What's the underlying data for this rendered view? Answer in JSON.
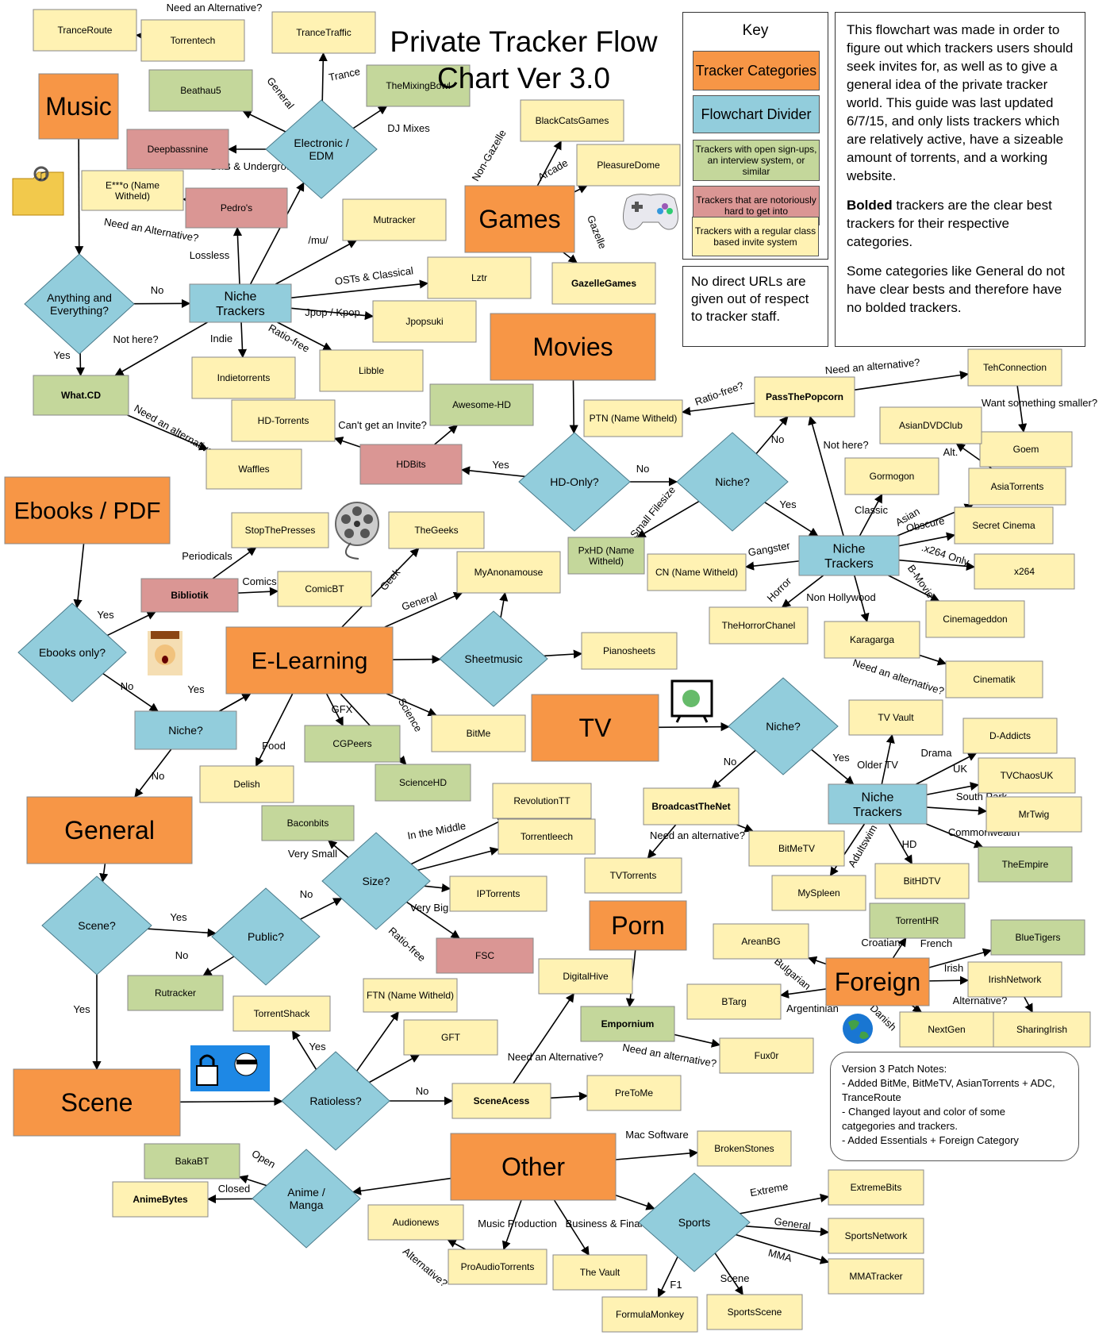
{
  "title": [
    "Private Tracker Flow",
    "Chart Ver 3.0"
  ],
  "colors": {
    "category": "#F79646",
    "divider": "#92CDDC",
    "open": "#C4D79B",
    "hard": "#DA9694",
    "invite": "#FFF2B3",
    "line": "#000000"
  },
  "key": {
    "heading": "Key",
    "items": [
      {
        "label": "Tracker Categories",
        "color": "category"
      },
      {
        "label": "Flowchart Divider",
        "color": "divider"
      },
      {
        "label": "Trackers with open sign-ups, an interview system, or similar",
        "color": "open"
      },
      {
        "label": "Trackers that are notoriously hard to get into",
        "color": "hard"
      },
      {
        "label": "Trackers with a regular class based invite system",
        "color": "invite"
      }
    ],
    "note": "No direct URLs are given out of respect to tracker staff."
  },
  "intro": {
    "p1": "This flowchart was made in order to figure out which trackers users should seek invites for, as well as to give a general idea of the private tracker world. This guide was last updated 6/7/15, and only lists trackers which are relatively active, have a sizeable amount of torrents, and a working website.",
    "p2_bold": "Bolded",
    "p2_rest": " trackers are the clear best trackers for their respective categories.",
    "p3": "Some categories like General do not have clear bests and therefore have no bolded trackers."
  },
  "patch_notes": {
    "heading": "Version 3 Patch Notes:",
    "lines": [
      "- Added BitMe, BitMeTV, AsianTorrents + ADC,",
      "TranceRoute",
      "- Changed layout and color of some",
      "catgegories and trackers.",
      "- Added Essentials + Foreign Category"
    ]
  },
  "icons": [
    "folder-music-icon",
    "gamepad-icon",
    "film-reel-icon",
    "scared-reader-icon",
    "tv-icon",
    "lock-icon",
    "globe-icon"
  ],
  "nodes": [
    {
      "id": "music",
      "label": "Music",
      "type": "category"
    },
    {
      "id": "tranceroute",
      "label": "TranceRoute",
      "type": "invite"
    },
    {
      "id": "torrentech",
      "label": "Torrentech",
      "type": "invite"
    },
    {
      "id": "trancetraffic",
      "label": "TranceTraffic",
      "type": "invite"
    },
    {
      "id": "beathau5",
      "label": "Beathau5",
      "type": "open"
    },
    {
      "id": "themixingbowl",
      "label": "TheMixingBowl",
      "type": "open"
    },
    {
      "id": "deepbassnine",
      "label": "Deepbassnine",
      "type": "hard"
    },
    {
      "id": "electronic",
      "label": "Electronic / EDM",
      "type": "divider"
    },
    {
      "id": "eo",
      "label": "E***o (Name Witheld)",
      "type": "invite"
    },
    {
      "id": "pedros",
      "label": "Pedro's",
      "type": "hard"
    },
    {
      "id": "mutracker",
      "label": "Mutracker",
      "type": "invite"
    },
    {
      "id": "anything",
      "label": "Anything and Everything?",
      "type": "divider"
    },
    {
      "id": "niche_music",
      "label": "Niche Trackers",
      "type": "divider"
    },
    {
      "id": "lztr",
      "label": "Lztr",
      "type": "invite"
    },
    {
      "id": "jpopsuki",
      "label": "Jpopsuki",
      "type": "invite"
    },
    {
      "id": "indietorrents",
      "label": "Indietorrents",
      "type": "invite"
    },
    {
      "id": "libble",
      "label": "Libble",
      "type": "invite"
    },
    {
      "id": "whatcd",
      "label": "What.CD",
      "type": "open",
      "bold": true
    },
    {
      "id": "waffles",
      "label": "Waffles",
      "type": "invite"
    },
    {
      "id": "games",
      "label": "Games",
      "type": "category"
    },
    {
      "id": "blackcatsgames",
      "label": "BlackCatsGames",
      "type": "invite"
    },
    {
      "id": "pleasuredome",
      "label": "PleasureDome",
      "type": "invite"
    },
    {
      "id": "gazellegames",
      "label": "GazelleGames",
      "type": "invite",
      "bold": true
    },
    {
      "id": "movies",
      "label": "Movies",
      "type": "category"
    },
    {
      "id": "hdtorrents",
      "label": "HD-Torrents",
      "type": "invite"
    },
    {
      "id": "awesomehd",
      "label": "Awesome-HD",
      "type": "open"
    },
    {
      "id": "hdbits",
      "label": "HDBits",
      "type": "hard"
    },
    {
      "id": "hdonly",
      "label": "HD-Only?",
      "type": "divider"
    },
    {
      "id": "niche_movies_q",
      "label": "Niche?",
      "type": "divider"
    },
    {
      "id": "ptn",
      "label": "PTN (Name Witheld)",
      "type": "invite"
    },
    {
      "id": "ptp",
      "label": "PassThePopcorn",
      "type": "invite",
      "bold": true
    },
    {
      "id": "tehconnection",
      "label": "TehConnection",
      "type": "invite"
    },
    {
      "id": "goem",
      "label": "Goem",
      "type": "invite"
    },
    {
      "id": "asiandvdclub",
      "label": "AsianDVDClub",
      "type": "invite"
    },
    {
      "id": "asiatorrents",
      "label": "AsiaTorrents",
      "type": "invite"
    },
    {
      "id": "gormogon",
      "label": "Gormogon",
      "type": "invite"
    },
    {
      "id": "secretcinema",
      "label": "Secret Cinema",
      "type": "invite"
    },
    {
      "id": "pxhd",
      "label": "PxHD (Name Witheld)",
      "type": "open"
    },
    {
      "id": "cn",
      "label": "CN (Name Witheld)",
      "type": "invite"
    },
    {
      "id": "niche_movies",
      "label": "Niche Trackers",
      "type": "divider"
    },
    {
      "id": "x264",
      "label": "x264",
      "type": "invite"
    },
    {
      "id": "thehorrorchanel",
      "label": "TheHorrorChanel",
      "type": "invite"
    },
    {
      "id": "karagarga",
      "label": "Karagarga",
      "type": "invite"
    },
    {
      "id": "cinemageddon",
      "label": "Cinemageddon",
      "type": "invite"
    },
    {
      "id": "cinematik",
      "label": "Cinematik",
      "type": "invite"
    },
    {
      "id": "ebooks",
      "label": "Ebooks / PDF",
      "type": "category"
    },
    {
      "id": "stoppresses",
      "label": "StopThePresses",
      "type": "invite"
    },
    {
      "id": "thegeeks",
      "label": "TheGeeks",
      "type": "invite"
    },
    {
      "id": "bibliotik",
      "label": "Bibliotik",
      "type": "hard",
      "bold": true
    },
    {
      "id": "comicbt",
      "label": "ComicBT",
      "type": "invite"
    },
    {
      "id": "myanonamouse",
      "label": "MyAnonamouse",
      "type": "invite"
    },
    {
      "id": "ebooksonly",
      "label": "Ebooks only?",
      "type": "divider"
    },
    {
      "id": "elearning",
      "label": "E-Learning",
      "type": "category"
    },
    {
      "id": "sheetmusic",
      "label": "Sheetmusic",
      "type": "divider"
    },
    {
      "id": "pianosheets",
      "label": "Pianosheets",
      "type": "invite"
    },
    {
      "id": "niche_ebooks",
      "label": "Niche?",
      "type": "divider"
    },
    {
      "id": "cgpeers",
      "label": "CGPeers",
      "type": "open"
    },
    {
      "id": "bitme",
      "label": "BitMe",
      "type": "invite"
    },
    {
      "id": "tv",
      "label": "TV",
      "type": "category"
    },
    {
      "id": "niche_tv_q",
      "label": "Niche?",
      "type": "divider"
    },
    {
      "id": "tvvault",
      "label": "TV Vault",
      "type": "invite"
    },
    {
      "id": "daddicts",
      "label": "D-Addicts",
      "type": "invite"
    },
    {
      "id": "delish",
      "label": "Delish",
      "type": "invite"
    },
    {
      "id": "sciencehd",
      "label": "ScienceHD",
      "type": "open"
    },
    {
      "id": "tvchaosuk",
      "label": "TVChaosUK",
      "type": "invite"
    },
    {
      "id": "broadcastthenet",
      "label": "BroadcastTheNet",
      "type": "invite",
      "bold": true
    },
    {
      "id": "niche_tv",
      "label": "Niche Trackers",
      "type": "divider"
    },
    {
      "id": "mrtwig",
      "label": "MrTwig",
      "type": "invite"
    },
    {
      "id": "general",
      "label": "General",
      "type": "category"
    },
    {
      "id": "baconbits",
      "label": "Baconbits",
      "type": "open"
    },
    {
      "id": "revolutiontt",
      "label": "RevolutionTT",
      "type": "invite"
    },
    {
      "id": "torrentleech",
      "label": "Torrentleech",
      "type": "invite"
    },
    {
      "id": "bitmetv",
      "label": "BitMeTV",
      "type": "invite"
    },
    {
      "id": "theempire",
      "label": "TheEmpire",
      "type": "open"
    },
    {
      "id": "size",
      "label": "Size?",
      "type": "divider"
    },
    {
      "id": "tvtorrents",
      "label": "TVTorrents",
      "type": "invite"
    },
    {
      "id": "myspleen",
      "label": "MySpleen",
      "type": "invite"
    },
    {
      "id": "bithdtv",
      "label": "BitHDTV",
      "type": "invite"
    },
    {
      "id": "scene_q",
      "label": "Scene?",
      "type": "divider"
    },
    {
      "id": "public",
      "label": "Public?",
      "type": "divider"
    },
    {
      "id": "iptorrents",
      "label": "IPTorrents",
      "type": "invite"
    },
    {
      "id": "porn",
      "label": "Porn",
      "type": "category"
    },
    {
      "id": "torrenthr",
      "label": "TorrentHR",
      "type": "open"
    },
    {
      "id": "fsc",
      "label": "FSC",
      "type": "hard"
    },
    {
      "id": "rutracker",
      "label": "Rutracker",
      "type": "open"
    },
    {
      "id": "arenabg",
      "label": "AreanBG",
      "type": "invite"
    },
    {
      "id": "bluetigers",
      "label": "BlueTigers",
      "type": "open"
    },
    {
      "id": "ftn",
      "label": "FTN (Name Witheld)",
      "type": "invite"
    },
    {
      "id": "digitalhive",
      "label": "DigitalHive",
      "type": "invite"
    },
    {
      "id": "foreign",
      "label": "Foreign",
      "type": "category"
    },
    {
      "id": "irishnetwork",
      "label": "IrishNetwork",
      "type": "invite"
    },
    {
      "id": "torrentshack",
      "label": "TorrentShack",
      "type": "invite"
    },
    {
      "id": "emporium",
      "label": "Empornium",
      "type": "open",
      "bold": true
    },
    {
      "id": "btarg",
      "label": "BTarg",
      "type": "invite"
    },
    {
      "id": "gft",
      "label": "GFT",
      "type": "invite"
    },
    {
      "id": "nextgen",
      "label": "NextGen",
      "type": "invite"
    },
    {
      "id": "sharingirish",
      "label": "SharingIrish",
      "type": "invite"
    },
    {
      "id": "fux0r",
      "label": "Fux0r",
      "type": "invite"
    },
    {
      "id": "scene",
      "label": "Scene",
      "type": "category"
    },
    {
      "id": "ratioless",
      "label": "Ratioless?",
      "type": "divider"
    },
    {
      "id": "sceneacess",
      "label": "SceneAcess",
      "type": "invite",
      "bold": true
    },
    {
      "id": "pretome",
      "label": "PreToMe",
      "type": "invite"
    },
    {
      "id": "other",
      "label": "Other",
      "type": "category"
    },
    {
      "id": "brokenstones",
      "label": "BrokenStones",
      "type": "invite"
    },
    {
      "id": "bakabt",
      "label": "BakaBT",
      "type": "open"
    },
    {
      "id": "animemanga",
      "label": "Anime / Manga",
      "type": "divider"
    },
    {
      "id": "animebytes",
      "label": "AnimeBytes",
      "type": "invite",
      "bold": true
    },
    {
      "id": "extremebits",
      "label": "ExtremeBits",
      "type": "invite"
    },
    {
      "id": "audionews",
      "label": "Audionews",
      "type": "invite"
    },
    {
      "id": "sports",
      "label": "Sports",
      "type": "divider"
    },
    {
      "id": "sportsnetwork",
      "label": "SportsNetwork",
      "type": "invite"
    },
    {
      "id": "proaudiotorrents",
      "label": "ProAudioTorrents",
      "type": "invite"
    },
    {
      "id": "thevault",
      "label": "The Vault",
      "type": "invite"
    },
    {
      "id": "mmatracker",
      "label": "MMATracker",
      "type": "invite"
    },
    {
      "id": "formulamonkey",
      "label": "FormulaMonkey",
      "type": "invite"
    },
    {
      "id": "sportsscene",
      "label": "SportsScene",
      "type": "invite"
    }
  ],
  "edge_labels": [
    "Need an Alternative?",
    "Trance",
    "General",
    "DJ Mixes",
    "DnB & Underground",
    "Need an Alternative?",
    "Lossless",
    "/mu/",
    "No",
    "OSTs & Classical",
    "Jpop / Kpop",
    "Yes",
    "Not here?",
    "Indie",
    "Ratio-free",
    "Need an alternative?",
    "Non-Gazelle",
    "Arcade",
    "Gazelle",
    "Can't get an Invite?",
    "Yes",
    "No",
    "Ratio-free?",
    "Need an alternative?",
    "Want something smaller?",
    "Not here?",
    "No",
    "Alt.",
    "Small Filesize",
    "Yes",
    "Classic",
    "Asian",
    "Obscure",
    "Gangster",
    ".x264 Only",
    "Horror",
    "B-Movie",
    "Non Hollywood",
    "Need an alternative?",
    "Periodicals",
    "Comics",
    "Geek",
    "General",
    "Yes",
    "Yes",
    "No",
    "GFX",
    "Science",
    "Food",
    "No",
    "Niche?",
    "No",
    "Yes",
    "Older TV",
    "Drama",
    "UK",
    "South Park",
    "Need an alternative?",
    "Adultswim",
    "HD",
    "Commonwealth",
    "In the Middle",
    "Very Small",
    "No",
    "Very Big",
    "Ratio-free",
    "Yes",
    "No",
    "Yes",
    "Croatian",
    "French",
    "Irish",
    "Bulgarian",
    "Argentinian",
    "Alternative?",
    "Danish",
    "Yes",
    "Need an Alternative?",
    "Need an alternative?",
    "No",
    "Mac Software",
    "Open",
    "Closed",
    "Music Production",
    "Business & Finance",
    "Extreme",
    "General",
    "Alternative?",
    "MMA",
    "F1",
    "Scene"
  ]
}
